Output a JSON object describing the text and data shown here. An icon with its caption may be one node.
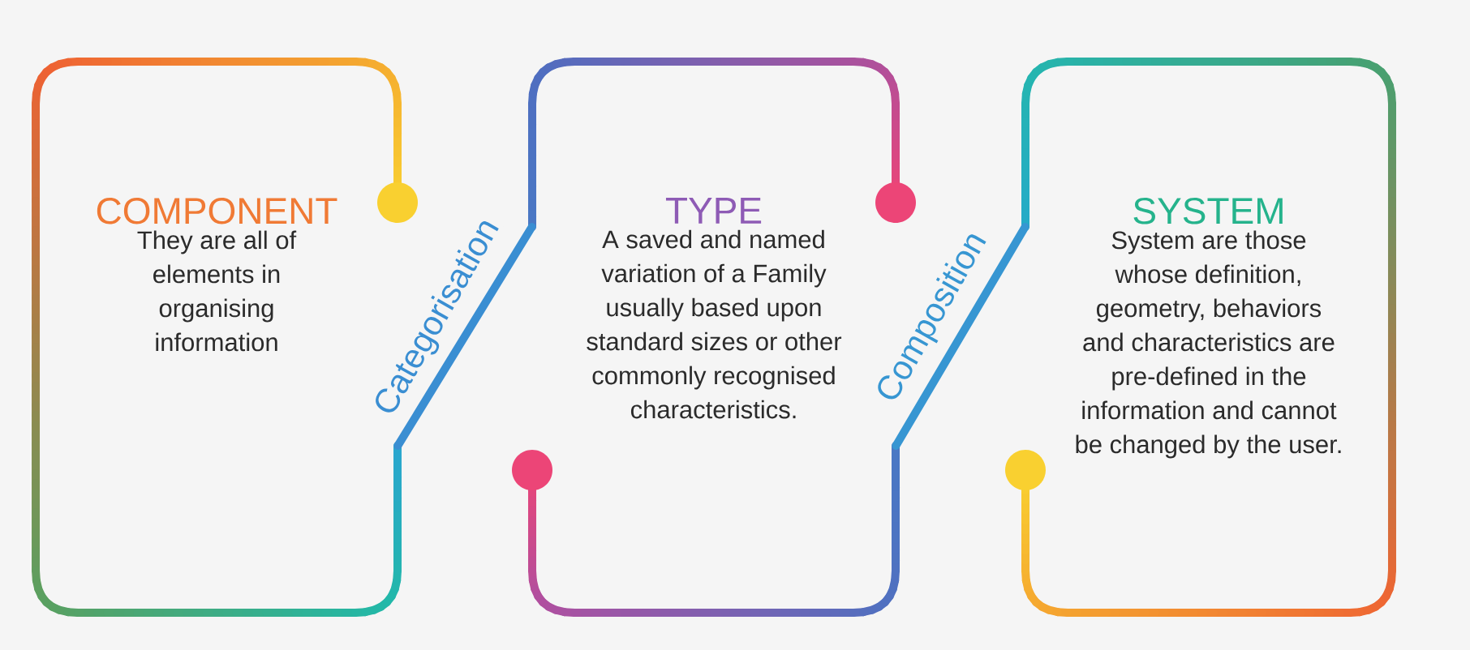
{
  "diagram": {
    "nodes": [
      {
        "text": [
          "COMPONENT",
          "They are all of elements in organising information"
        ]
      },
      {
        "text": [
          "TYPE",
          "A saved and named variation of a Family usually based upon standard sizes or other commonly recognised characteristics."
        ]
      },
      {
        "text": [
          "SYSTEM",
          "System  are those whose definition, geometry, behaviors and characteristics are pre-defined in the information and cannot be changed by the user."
        ]
      }
    ],
    "edges": [
      {
        "from": 0,
        "to": 1,
        "arrow": "none",
        "label": "Categorisation"
      },
      {
        "from": 1,
        "to": 2,
        "arrow": "none",
        "label": "Composition"
      }
    ]
  }
}
